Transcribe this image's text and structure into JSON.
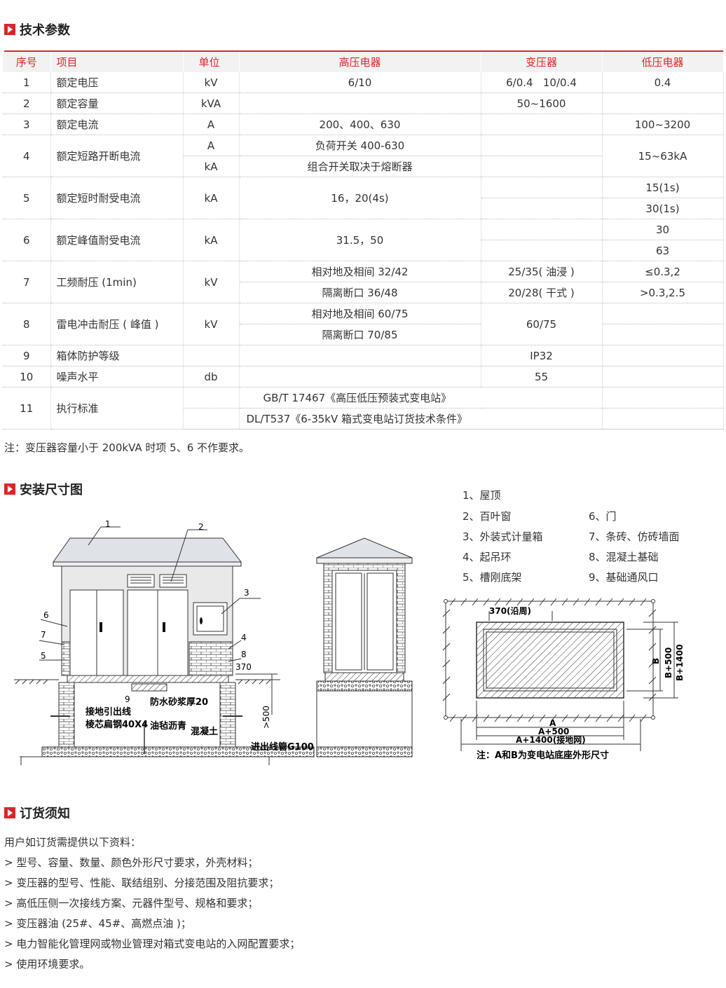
{
  "sections": {
    "tech": "技术参数",
    "install": "安装尺寸图",
    "order": "订货须知"
  },
  "table": {
    "headers": [
      "序号",
      "项目",
      "单位",
      "高压电器",
      "变压器",
      "低压电器"
    ],
    "r1": {
      "no": "1",
      "item": "额定电压",
      "unit": "kV",
      "hv": "6/10",
      "tr": "6/0.4   10/0.4",
      "lv": "0.4"
    },
    "r2": {
      "no": "2",
      "item": "额定容量",
      "unit": "kVA",
      "tr": "50~1600"
    },
    "r3": {
      "no": "3",
      "item": "额定电流",
      "unit": "A",
      "hv": "200、400、630",
      "lv": "100~3200"
    },
    "r4": {
      "no": "4",
      "item": "额定短路开断电流",
      "unit_a": "A",
      "unit_b": "kA",
      "hv_a": "负荷开关 400-630",
      "hv_b": "组合开关取决于熔断器",
      "lv": "15~63kA"
    },
    "r5": {
      "no": "5",
      "item": "额定短时耐受电流",
      "unit": "kA",
      "hv": "16，20(4s)",
      "lv_a": "15(1s)",
      "lv_b": "30(1s)"
    },
    "r6": {
      "no": "6",
      "item": "额定峰值耐受电流",
      "unit": "kA",
      "hv": "31.5，50",
      "lv_a": "30",
      "lv_b": "63"
    },
    "r7": {
      "no": "7",
      "item": "工频耐压 (1min)",
      "unit": "kV",
      "hv_a": "相对地及相间 32/42",
      "hv_b": "隔离断口 36/48",
      "tr_a": "25/35( 油浸 )",
      "tr_b": "20/28( 干式 )",
      "lv_a": "≤0.3,2",
      "lv_b": ">0.3,2.5"
    },
    "r8": {
      "no": "8",
      "item": "雷电冲击耐压 ( 峰值 )",
      "unit": "kV",
      "hv_a": "相对地及相间 60/75",
      "hv_b": "隔离断口 70/85",
      "tr": "60/75"
    },
    "r9": {
      "no": "9",
      "item": "箱体防护等级",
      "tr": "IP32"
    },
    "r10": {
      "no": "10",
      "item": "噪声水平",
      "unit": "db",
      "tr": "55"
    },
    "r11": {
      "no": "11",
      "item": "执行标准",
      "std_a": "GB/T 17467《高压低压预装式变电站》",
      "std_b": "DL/T537《6-35kV 箱式变电站订货技术条件》"
    }
  },
  "note": "注：变压器容量小于 200kVA 时项 5、6 不作要求。",
  "legend": {
    "i1": "1、屋顶",
    "i2": "2、百叶窗",
    "i3": "3、外装式计量箱",
    "i4": "4、起吊环",
    "i5": "5、槽刚底架",
    "i6": "6、门",
    "i7": "7、条砖、仿砖墙面",
    "i8": "8、混凝土基础",
    "i9": "9、基础通风口"
  },
  "drawing": {
    "n1": "1",
    "n2": "2",
    "n3": "3",
    "n4": "4",
    "n5": "5",
    "n6": "6",
    "n7": "7",
    "n8": "8",
    "n9": "9",
    "dim370": "370",
    "mortar": "防水砂浆厚20",
    "ground_line": "接地引出线",
    "ground_steel": "棱芯扁钢40X4",
    "felt": "油毡沥青",
    "concrete": "混凝土",
    "dim500": ">500",
    "conduit": "进出线管G100",
    "plan_370": "370(沿周)",
    "dim_a": "A",
    "dim_a500": "A+500",
    "dim_a1400": "A+1400(接地网)",
    "dim_b": "B",
    "dim_b500": "B+500",
    "dim_b1400": "B+1400",
    "plan_note": "注：A和B为变电站底座外形尺寸"
  },
  "order": {
    "intro": "用户如订货需提供以下资料：",
    "l1": "> 型号、容量、数量、颜色外形尺寸要求，外壳材料；",
    "l2": "> 变压器的型号、性能、联结组别、分接范围及阻抗要求；",
    "l3": "> 高低压侧一次接线方案、元器件型号、规格和要求；",
    "l4": "> 变压器油 (25#、45#、高燃点油 )；",
    "l5": "> 电力智能化管理网或物业管理对箱式变电站的入网配置要求；",
    "l6": "> 使用环境要求。"
  },
  "colors": {
    "accent": "#d9262b",
    "header_bg": "#f2f2f2"
  }
}
